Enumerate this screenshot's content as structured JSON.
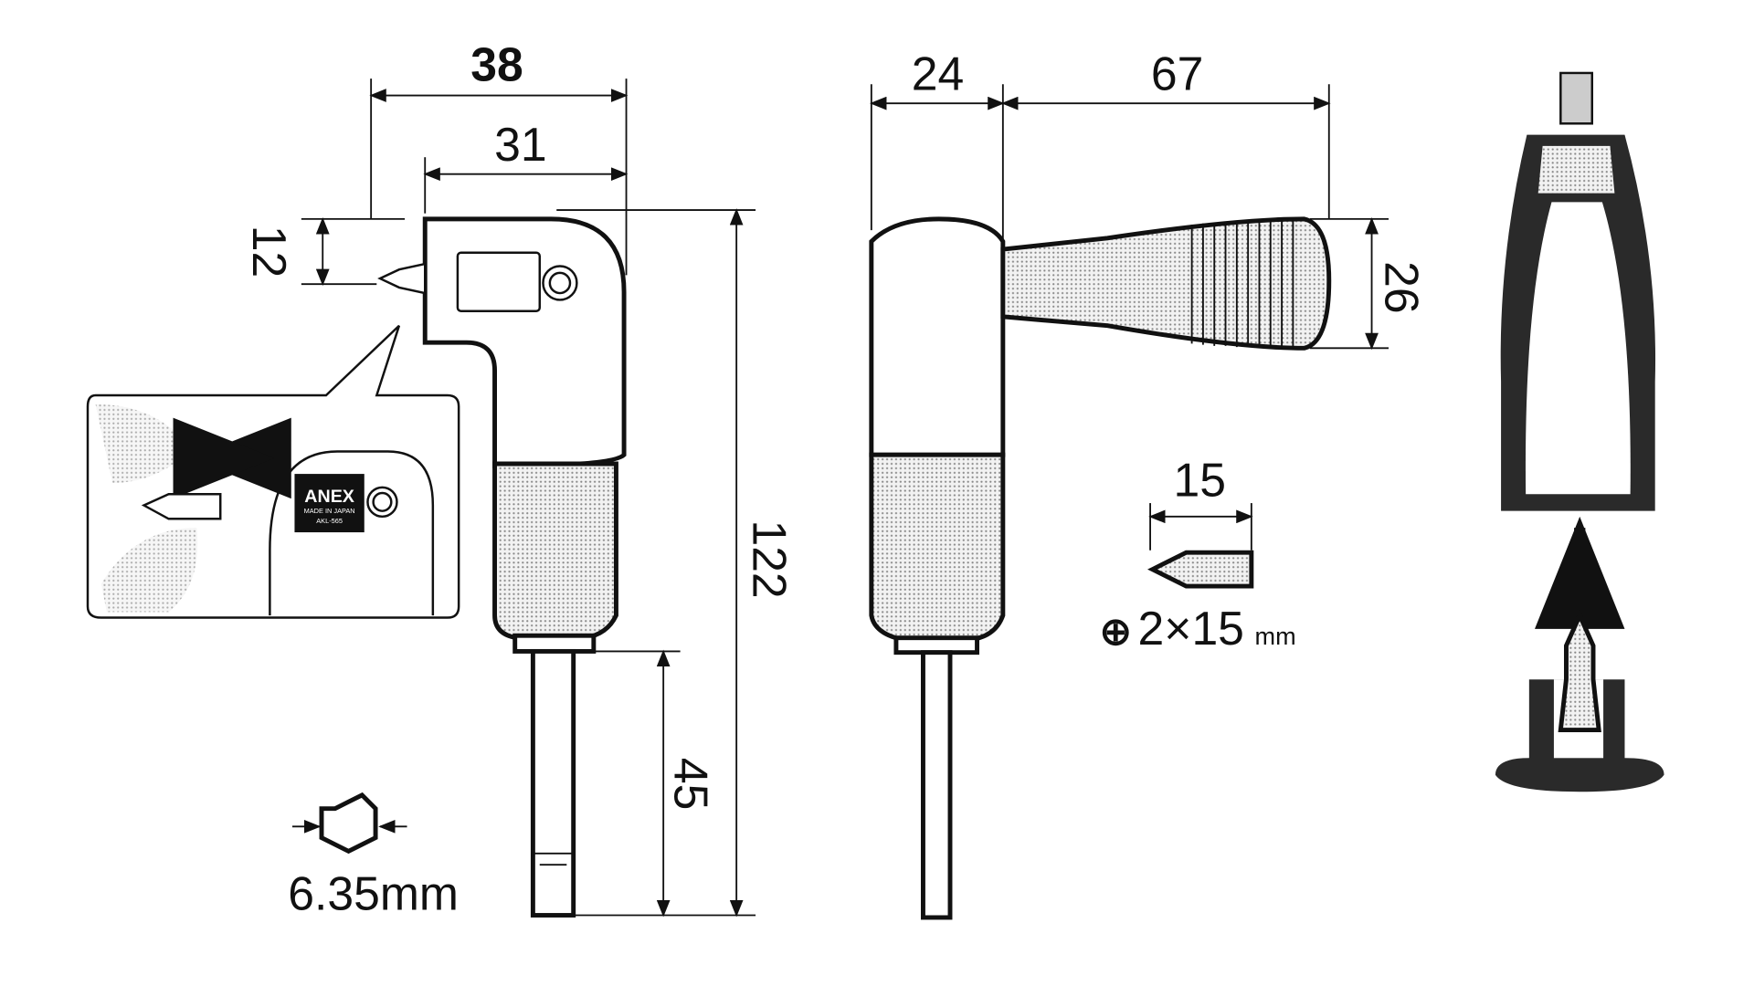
{
  "dimensions": {
    "width_total": "38",
    "width_head": "31",
    "bit_offset": "12",
    "overall_length": "122",
    "shank_length": "45",
    "side_head_width": "24",
    "handle_length": "67",
    "handle_diameter": "26",
    "bit_length": "15"
  },
  "hex_shank": {
    "size": "6.35mm"
  },
  "bit_spec": {
    "symbol": "⊕",
    "size": "2×15",
    "unit": "mm"
  },
  "label": {
    "brand": "ANEX",
    "origin": "MADE IN JAPAN",
    "model": "AKL-565"
  },
  "colors": {
    "line": "#111111",
    "grip_fill": "#d8d8d8",
    "cap": "#222222"
  }
}
